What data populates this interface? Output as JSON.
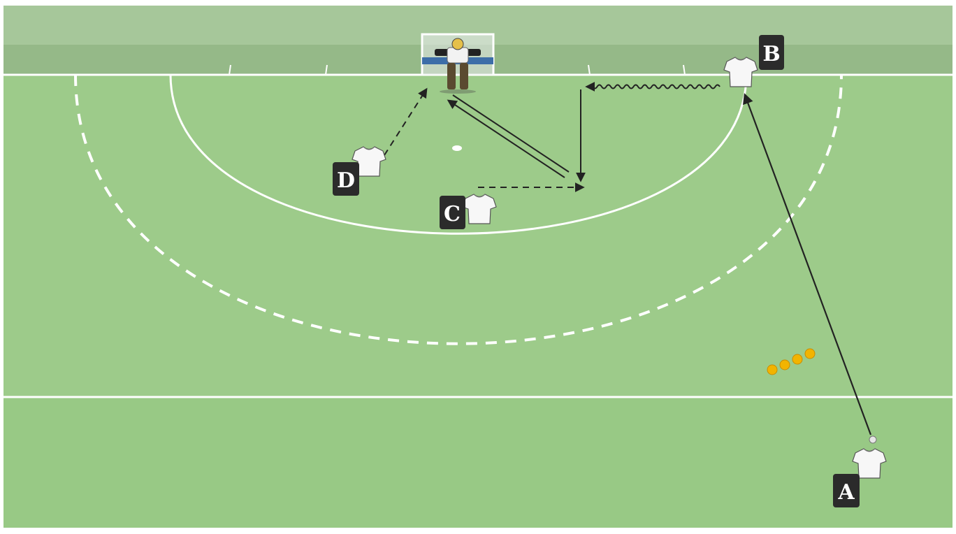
{
  "players": [
    {
      "id": "A",
      "label": "A"
    },
    {
      "id": "B",
      "label": "B"
    },
    {
      "id": "C",
      "label": "C"
    },
    {
      "id": "D",
      "label": "D"
    }
  ],
  "elements": {
    "goalkeeper": "goalkeeper-figure",
    "goal": "hockey-goal",
    "ball": "hockey-ball",
    "cones": "training-cones"
  },
  "movements": [
    {
      "from": "A",
      "to": "B",
      "type": "pass"
    },
    {
      "from": "B",
      "type": "dribble"
    },
    {
      "from": "C",
      "type": "run"
    },
    {
      "from": "C",
      "type": "shot"
    },
    {
      "from": "D",
      "type": "run"
    }
  ],
  "colors": {
    "pitch": "#9dcb8a",
    "stripe": "#98c985",
    "backdrop": "#a6c79a",
    "line": "#ffffff",
    "label_bg": "#2b2b2b",
    "arrow": "#222222",
    "cone": "#f2b400"
  }
}
